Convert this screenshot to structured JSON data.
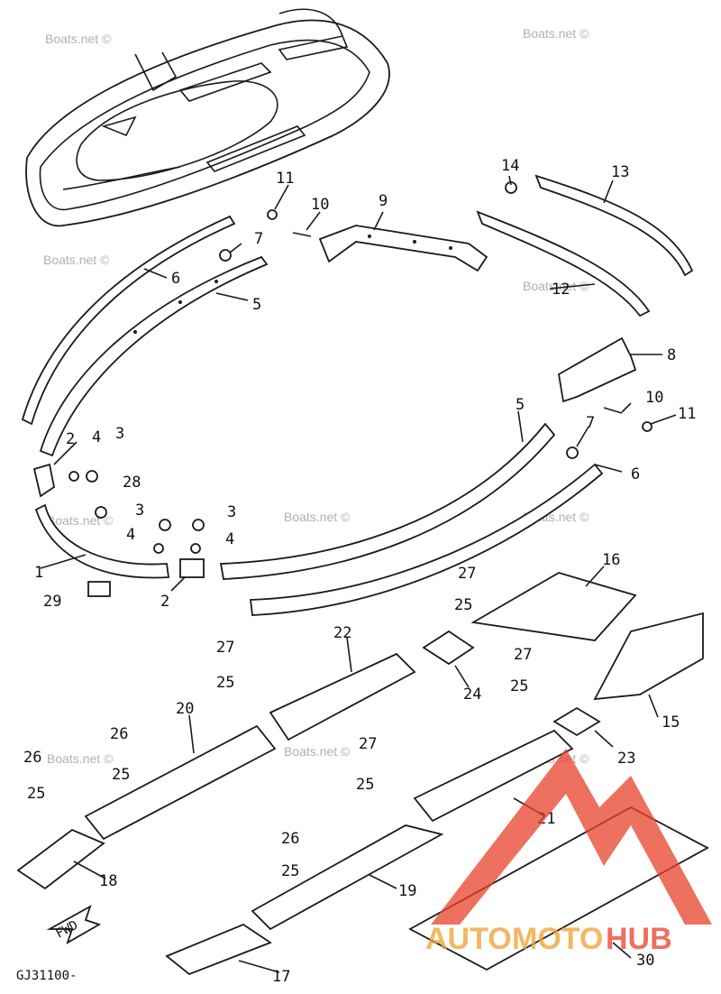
{
  "watermark": "Boats.net ©",
  "diagram_code": "GJ31100-",
  "fwd_label": "FWD",
  "brand": {
    "part1": "AUTO",
    "part2": "MOTO",
    "part3": "HUB",
    "color_orange": "#f0a030",
    "color_red": "#e8402a"
  },
  "callouts": [
    "1",
    "2",
    "2",
    "3",
    "3",
    "3",
    "4",
    "4",
    "4",
    "5",
    "5",
    "6",
    "6",
    "7",
    "7",
    "8",
    "9",
    "10",
    "10",
    "11",
    "11",
    "12",
    "13",
    "14",
    "15",
    "16",
    "17",
    "18",
    "19",
    "20",
    "21",
    "22",
    "23",
    "24",
    "25",
    "25",
    "25",
    "25",
    "25",
    "25",
    "25",
    "26",
    "26",
    "26",
    "27",
    "27",
    "27",
    "27",
    "28",
    "29",
    "30"
  ]
}
